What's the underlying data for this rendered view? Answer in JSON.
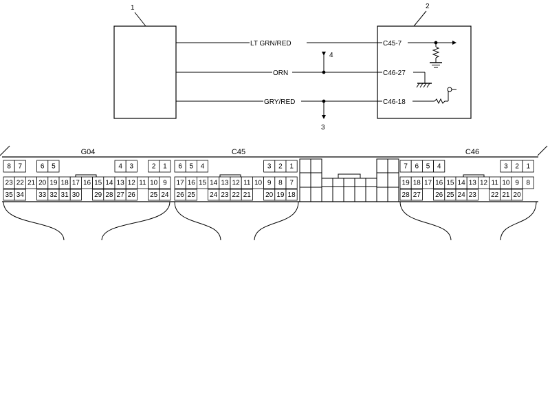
{
  "schematic": {
    "callouts": [
      "1",
      "2",
      "3",
      "4"
    ],
    "wires": [
      {
        "label": "LT GRN/RED",
        "terminal": "C45-7"
      },
      {
        "label": "ORN",
        "terminal": "C46-27"
      },
      {
        "label": "GRY/RED",
        "terminal": "C46-18"
      }
    ]
  },
  "connectors": {
    "names": [
      "G04",
      "C45",
      "C46"
    ],
    "g04_pins": [
      "8",
      "7",
      "6",
      "5",
      "4",
      "3",
      "2",
      "1",
      "23",
      "22",
      "21",
      "20",
      "19",
      "18",
      "17",
      "16",
      "15",
      "14",
      "13",
      "12",
      "11",
      "10",
      "9",
      "35",
      "34",
      "33",
      "32",
      "31",
      "30",
      "29",
      "28",
      "27",
      "26",
      "25",
      "24"
    ],
    "c45_pins": [
      "6",
      "5",
      "4",
      "3",
      "2",
      "1",
      "17",
      "16",
      "15",
      "14",
      "13",
      "12",
      "11",
      "10",
      "9",
      "8",
      "7",
      "26",
      "25",
      "24",
      "23",
      "22",
      "21",
      "20",
      "19",
      "18"
    ],
    "c46_pins": [
      "7",
      "6",
      "5",
      "4",
      "3",
      "2",
      "1",
      "19",
      "18",
      "17",
      "16",
      "15",
      "14",
      "13",
      "12",
      "11",
      "10",
      "9",
      "8",
      "28",
      "27",
      "26",
      "25",
      "24",
      "23",
      "22",
      "21",
      "20"
    ]
  }
}
